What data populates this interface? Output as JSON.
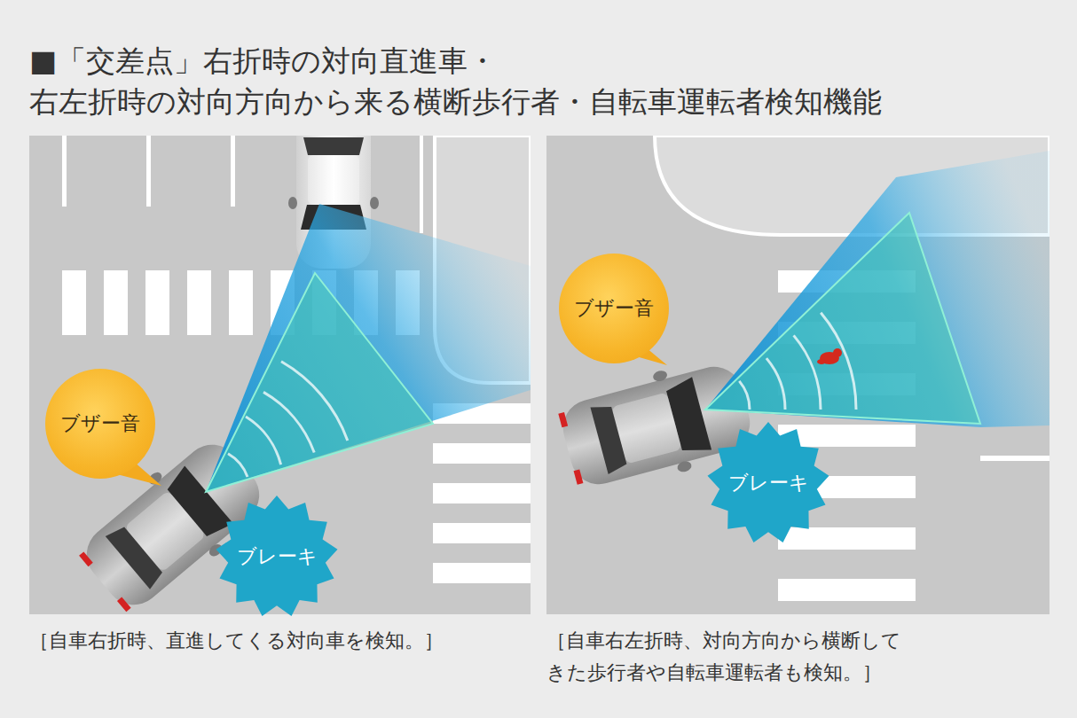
{
  "diagram": {
    "title": "■「交差点」右折時の対向直進車・ 右左折時の対向方向から来る横断歩行者・自転車運転者検知機能",
    "nodes": [
      {
        "text": [
          "ブザー音"
        ]
      },
      {
        "text": [
          "ブレーキ"
        ]
      },
      {
        "text": [
          "ブザー音"
        ]
      },
      {
        "text": [
          "ブレーキ"
        ]
      }
    ],
    "labels": [
      "［自車右折時、直進してくる対向車を検知。］",
      "［自車右左折時、対向方向から横断して きた歩行者や自転車運転者も検知。］"
    ]
  }
}
